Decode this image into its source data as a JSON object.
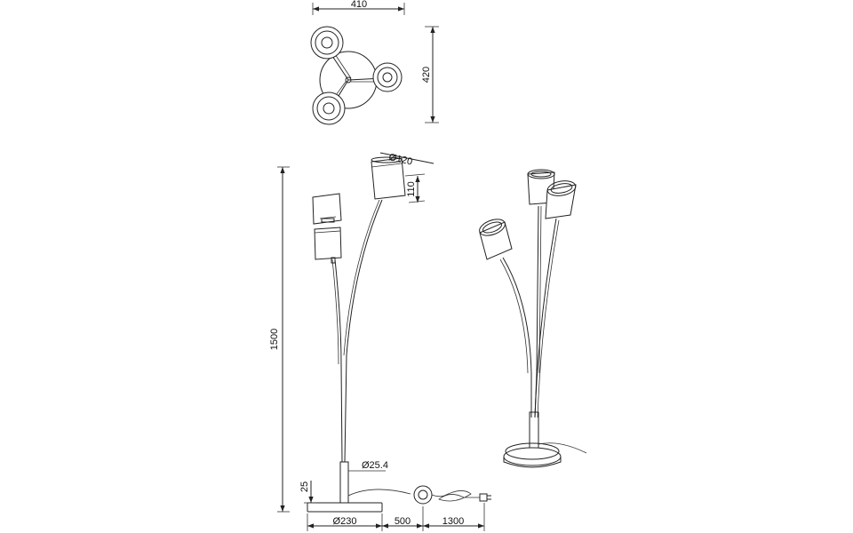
{
  "drawing": {
    "top_view": {
      "width_label": "410",
      "depth_label": "420"
    },
    "front_view": {
      "height_label": "1500",
      "shade_diameter_label": "Ø120",
      "shade_height_label": "110",
      "stem_diameter_label": "Ø25.4",
      "base_height_label": "25",
      "base_diameter_label": "Ø230",
      "cable_to_switch_label": "500",
      "switch_to_plug_label": "1300"
    }
  }
}
